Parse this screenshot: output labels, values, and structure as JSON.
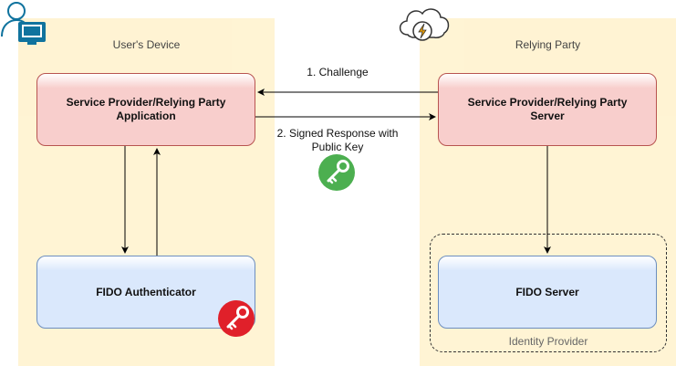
{
  "zones": {
    "user_device": "User's Device",
    "relying_party": "Relying Party"
  },
  "boxes": {
    "sp_app": "Service Provider/Relying Party Application",
    "sp_server": "Service Provider/Relying Party Server",
    "fido_authenticator": "FIDO Authenticator",
    "fido_server": "FIDO Server"
  },
  "frame": {
    "identity_provider": "Identity Provider"
  },
  "edges": {
    "challenge": "1. Challenge",
    "signed_response": "2. Signed Response with Public Key"
  },
  "icons": {
    "user": "user-computer-icon",
    "cloud": "cloud-lightning-icon",
    "public_key": "green-key-icon",
    "private_key": "red-key-icon"
  },
  "colors": {
    "zone_fill": "#fff2cc",
    "red_box": "#f8cecc",
    "blue_box": "#dae8fc",
    "public_key": "#4caf50",
    "private_key": "#e0202a"
  }
}
